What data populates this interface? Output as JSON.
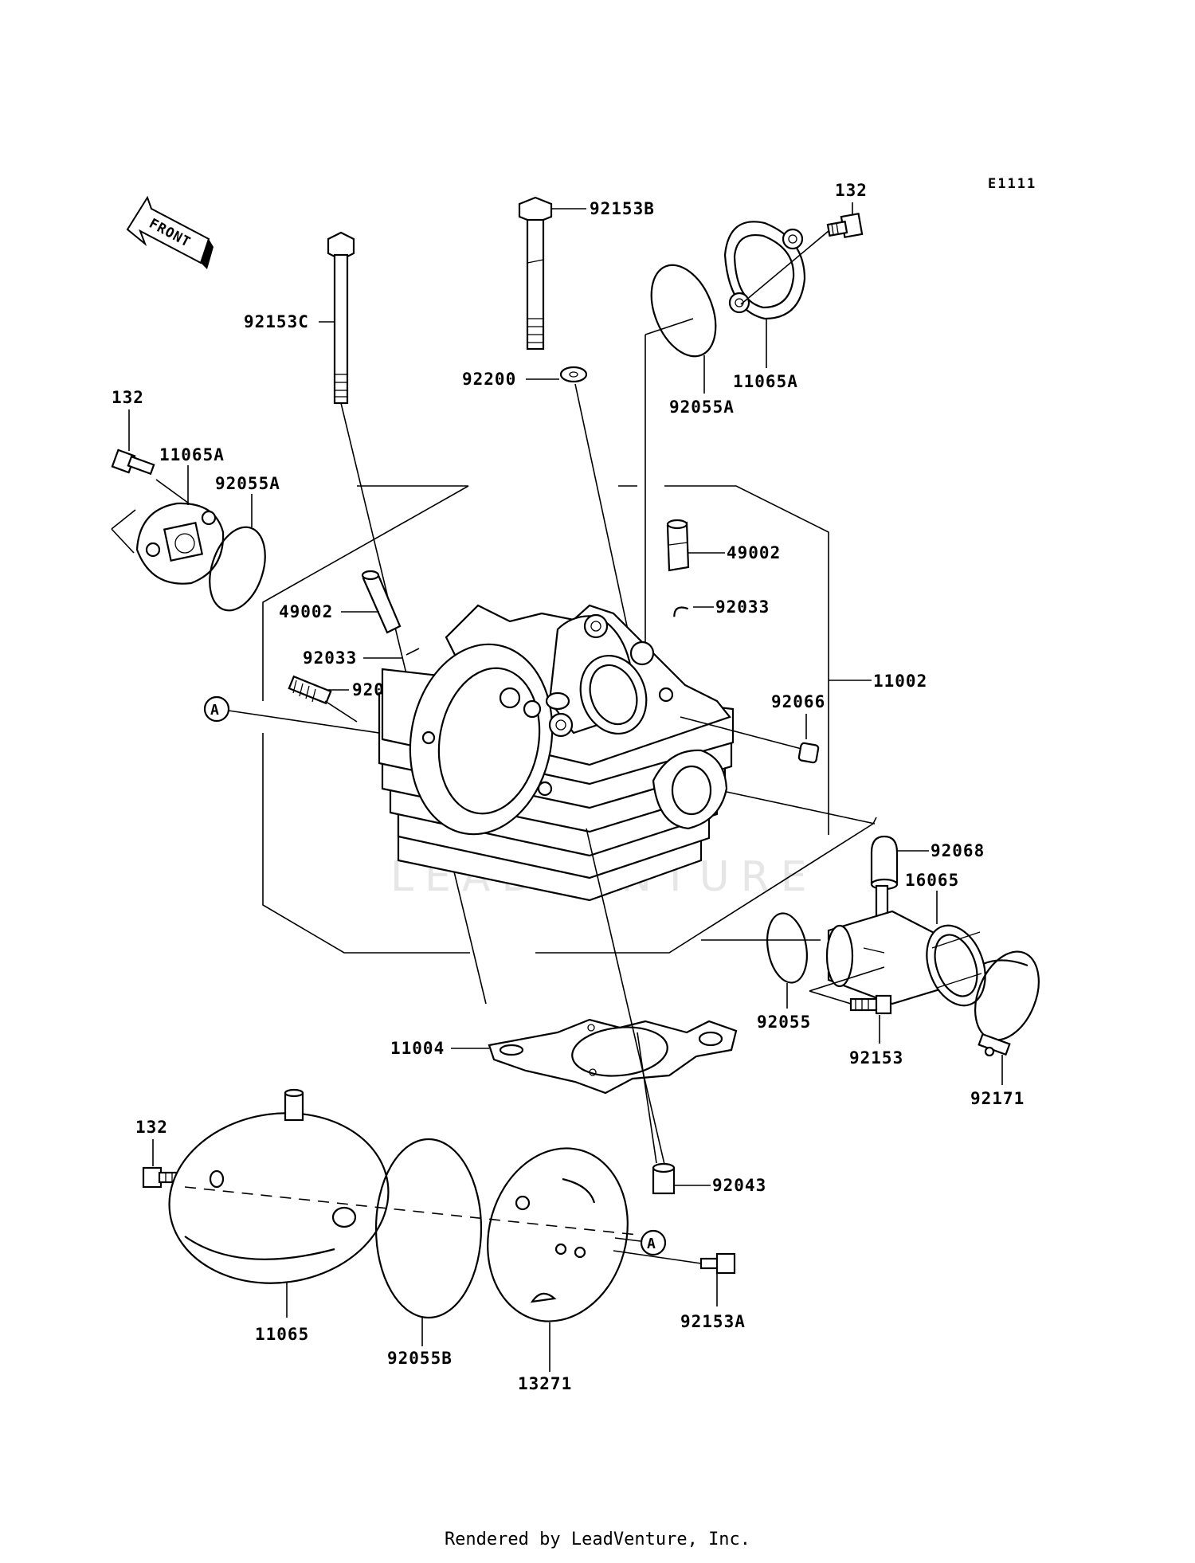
{
  "diagram_code": "E1111",
  "front_label": "FRONT",
  "callout_a": "A",
  "labels": {
    "p92153B": "92153B",
    "p132_top": "132",
    "p92153C": "92153C",
    "p92200": "92200",
    "p92055A_top": "92055A",
    "p11065A_top": "11065A",
    "p132_left": "132",
    "p11065A_left": "11065A",
    "p92055A_left": "92055A",
    "p49002_right": "49002",
    "p92033_right": "92033",
    "p49002_left": "49002",
    "p92033_left": "92033",
    "p92004": "92004",
    "p11002": "11002",
    "p92066": "92066",
    "p92068": "92068",
    "p16065": "16065",
    "p92055": "92055",
    "p92153": "92153",
    "p92171": "92171",
    "p11004": "11004",
    "p132_bottom": "132",
    "p92043": "92043",
    "p92153A": "92153A",
    "p11065": "11065",
    "p92055B": "92055B",
    "p13271": "13271"
  },
  "watermark": "LEADVENTURE",
  "footer": "Rendered by LeadVenture, Inc."
}
